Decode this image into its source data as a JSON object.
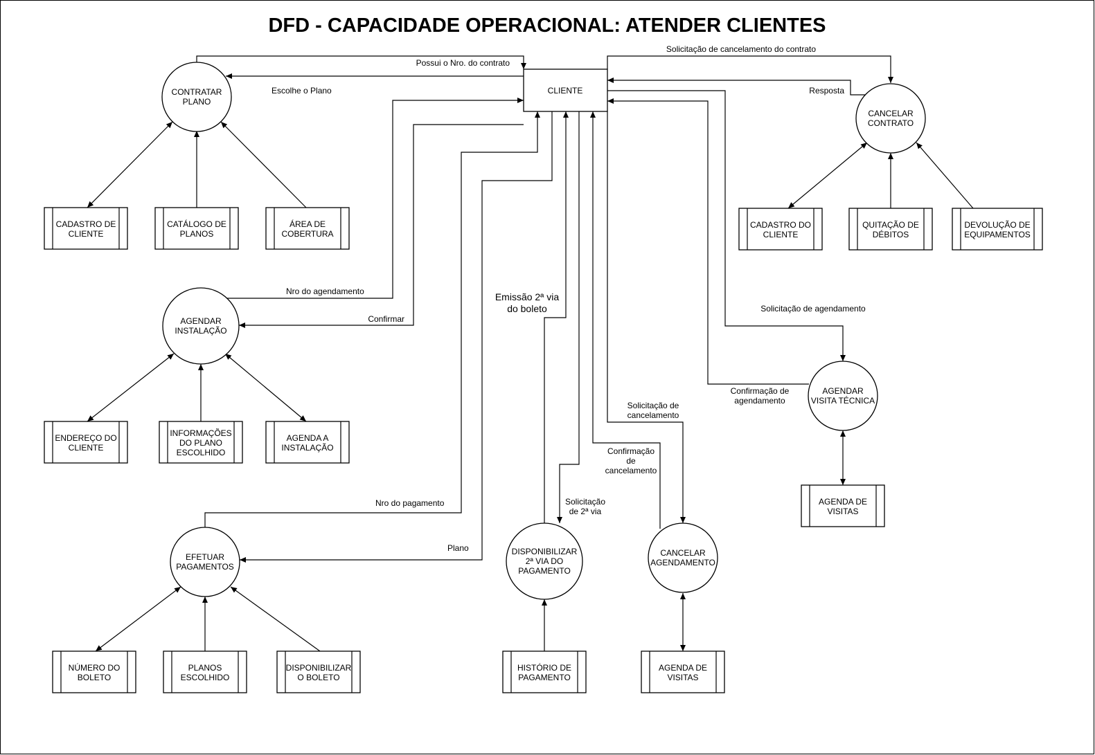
{
  "title": "DFD - CAPACIDADE OPERACIONAL: ATENDER CLIENTES",
  "entities": {
    "cliente": "CLIENTE"
  },
  "processes": {
    "contratar_plano": [
      "CONTRATAR",
      "PLANO"
    ],
    "agendar_instalacao": [
      "AGENDAR",
      "INSTALAÇÃO"
    ],
    "efetuar_pagamentos": [
      "EFETUAR",
      "PAGAMENTOS"
    ],
    "disponibilizar_2via": [
      "DISPONIBILIZAR",
      "2ª VIA DO",
      "PAGAMENTO"
    ],
    "cancelar_agendamento": [
      "CANCELAR",
      "AGENDAMENTO"
    ],
    "agendar_visita": [
      "AGENDAR",
      "VISITA TÉCNICA"
    ],
    "cancelar_contrato": [
      "CANCELAR",
      "CONTRATO"
    ]
  },
  "stores": {
    "cadastro_de_cliente": [
      "CADASTRO DE",
      "CLIENTE"
    ],
    "catalogo_de_planos": [
      "CATÁLOGO DE",
      "PLANOS"
    ],
    "area_de_cobertura": [
      "ÁREA DE",
      "COBERTURA"
    ],
    "endereco_do_cliente": [
      "ENDEREÇO DO",
      "CLIENTE"
    ],
    "informacoes_plano": [
      "INFORMAÇÕES",
      "DO PLANO",
      "ESCOLHIDO"
    ],
    "agenda_a_instalacao": [
      "AGENDA A",
      "INSTALAÇÃO"
    ],
    "numero_do_boleto": [
      "NÚMERO DO",
      "BOLETO"
    ],
    "planos_escolhido": [
      "PLANOS",
      "ESCOLHIDO"
    ],
    "disponibilizar_boleto": [
      "DISPONIBILIZAR",
      "O BOLETO"
    ],
    "historio_de_pagamento": [
      "HISTÓRIO DE",
      "PAGAMENTO"
    ],
    "agenda_de_visitas_1": [
      "AGENDA DE",
      "VISITAS"
    ],
    "agenda_de_visitas_2": [
      "AGENDA DE",
      "VISITAS"
    ],
    "cadastro_do_cliente": [
      "CADASTRO DO",
      "CLIENTE"
    ],
    "quitacao_de_debitos": [
      "QUITAÇÃO DE",
      "DÉBITOS"
    ],
    "devolucao_de_equipamentos": [
      "DEVOLUÇÃO DE",
      "EQUIPAMENTOS"
    ]
  },
  "flows": {
    "possui_nro_contrato": "Possui o Nro. do contrato",
    "escolhe_o_plano": "Escolhe o Plano",
    "nro_do_agendamento": "Nro do agendamento",
    "confirmar": "Confirmar",
    "nro_do_pagamento": "Nro do pagamento",
    "plano": "Plano",
    "emissao_2via": [
      "Emissão 2ª via",
      "do boleto"
    ],
    "solicitacao_2via": [
      "Solicitação",
      "de 2ª via"
    ],
    "solicitacao_cancelamento": [
      "Solicitação de",
      "cancelamento"
    ],
    "confirmacao_cancelamento": [
      "Confirmação",
      "de",
      "cancelamento"
    ],
    "solicitacao_agendamento": "Solicitação de agendamento",
    "confirmacao_agendamento": [
      "Confirmação de",
      "agendamento"
    ],
    "solicitacao_cancelamento_contrato": "Solicitação de cancelamento do contrato",
    "resposta": "Resposta"
  }
}
